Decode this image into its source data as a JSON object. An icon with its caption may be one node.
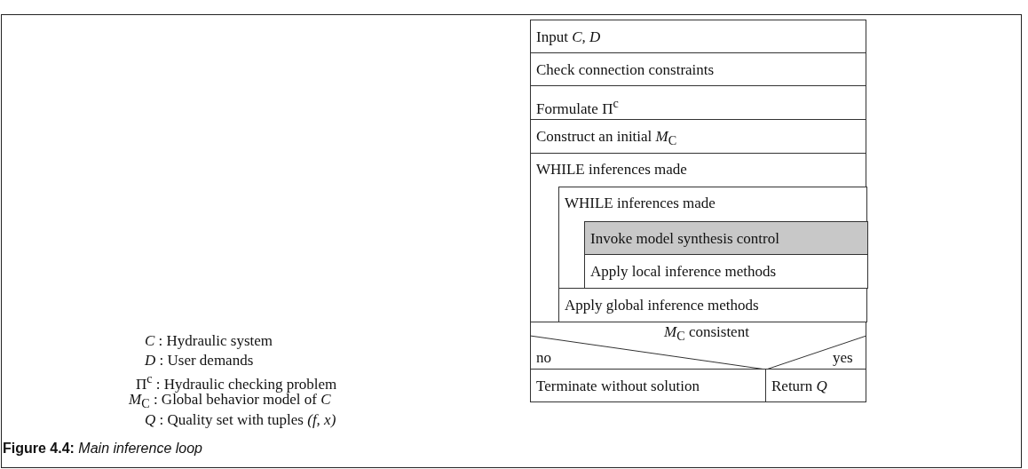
{
  "diagram": {
    "caption": "**Figure 4.4:** *Main inference loop*",
    "nodes": [
      {
        "text": [
          "Input  *C, D*"
        ]
      },
      {
        "text": [
          "Check connection constraints"
        ]
      },
      {
        "text": [
          "Formulate  Π$^{c}$"
        ]
      },
      {
        "text": [
          "Construct an initial  *M*$_{C}$"
        ]
      },
      {
        "text": [
          "WHILE  inferences made"
        ]
      },
      {
        "text": [
          "WHILE  inferences made"
        ],
        "in": 4
      },
      {
        "text": [
          "Invoke model synthesis control"
        ],
        "in": 5
      },
      {
        "text": [
          "Apply local inference methods"
        ],
        "in": 5
      },
      {
        "text": [
          "Apply global inference methods"
        ],
        "in": 4
      },
      {
        "text": [
          "*M*$_{C}$ consistent",
          "no",
          "yes"
        ]
      },
      {
        "text": [
          "Terminate without solution"
        ]
      },
      {
        "text": [
          "Return *Q*"
        ]
      }
    ],
    "labels": [
      "*C* : Hydraulic system",
      "*D* : User demands",
      "Π$^{c}$ : Hydraulic checking problem",
      "*M*$_{C}$ : Global behavior model of  *C*",
      "*Q* : Quality set with tuples  *(f, x)*"
    ]
  }
}
